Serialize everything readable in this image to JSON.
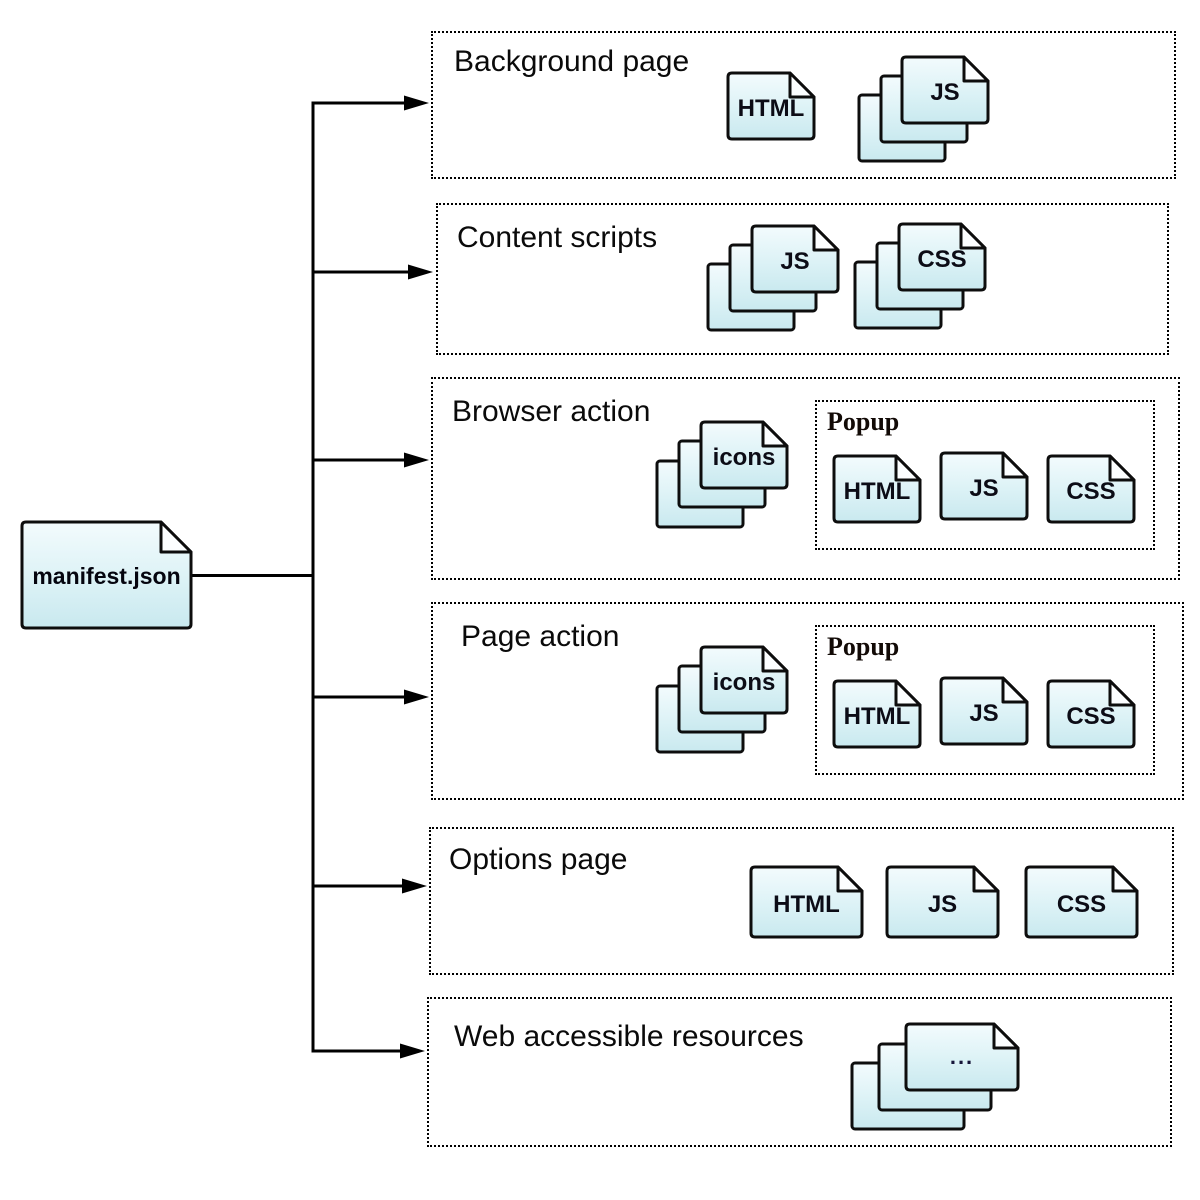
{
  "root_node": {
    "label": "manifest.json"
  },
  "sections": [
    {
      "label": "Background page",
      "doc_labels": [
        "HTML",
        "JS"
      ]
    },
    {
      "label": "Content scripts",
      "doc_labels": [
        "JS",
        "CSS"
      ]
    },
    {
      "label": "Browser action",
      "doc_labels": [
        "icons"
      ],
      "popup": {
        "label": "Popup",
        "doc_labels": [
          "HTML",
          "JS",
          "CSS"
        ]
      }
    },
    {
      "label": "Page action",
      "doc_labels": [
        "icons"
      ],
      "popup": {
        "label": "Popup",
        "doc_labels": [
          "HTML",
          "JS",
          "CSS"
        ]
      }
    },
    {
      "label": "Options page",
      "doc_labels": [
        "HTML",
        "JS",
        "CSS"
      ]
    },
    {
      "label": "Web accessible resources",
      "doc_labels": [
        "..."
      ]
    }
  ],
  "colors": {
    "file_fill_top": "#f3fbfd",
    "file_fill_bottom": "#c9e9ef",
    "outline": "#0d0d0d",
    "connector": "#000000",
    "background": "#ffffff"
  }
}
